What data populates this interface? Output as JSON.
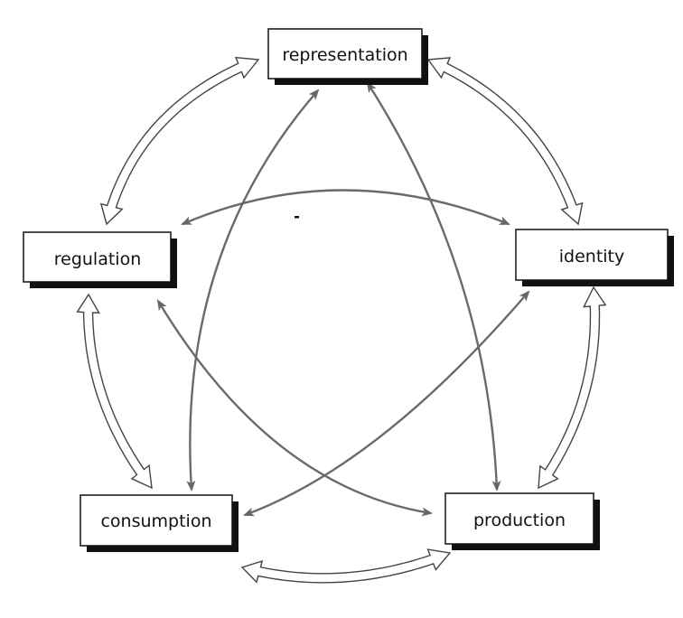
{
  "diagram": {
    "nodes": {
      "representation": "representation",
      "identity": "identity",
      "production": "production",
      "consumption": "consumption",
      "regulation": "regulation"
    },
    "connections": [
      {
        "from": "representation",
        "to": "identity",
        "style": "hollow-double-arrow"
      },
      {
        "from": "identity",
        "to": "production",
        "style": "hollow-double-arrow"
      },
      {
        "from": "production",
        "to": "consumption",
        "style": "hollow-double-arrow"
      },
      {
        "from": "consumption",
        "to": "regulation",
        "style": "hollow-double-arrow"
      },
      {
        "from": "regulation",
        "to": "representation",
        "style": "hollow-double-arrow"
      },
      {
        "from": "regulation",
        "to": "identity",
        "style": "grey-double-arrow"
      },
      {
        "from": "representation",
        "to": "consumption",
        "style": "grey-double-arrow"
      },
      {
        "from": "representation",
        "to": "production",
        "style": "grey-double-arrow"
      },
      {
        "from": "regulation",
        "to": "production",
        "style": "grey-double-arrow"
      },
      {
        "from": "identity",
        "to": "consumption",
        "style": "grey-double-arrow"
      }
    ]
  },
  "colors": {
    "box_border": "#111111",
    "shadow": "#111111",
    "hollow_arrow": "#444444",
    "grey_arrow": "#666666"
  }
}
